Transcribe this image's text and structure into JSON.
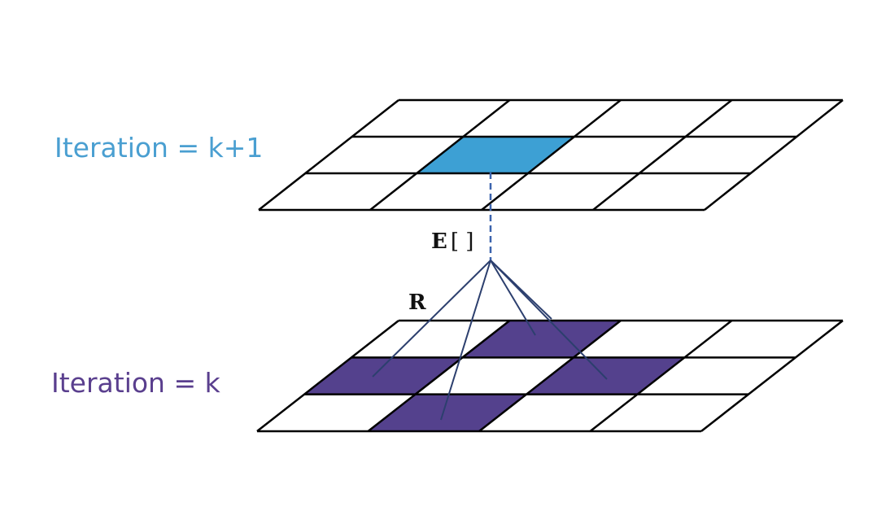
{
  "labels": {
    "upper": "Iteration = k+1",
    "lower": "Iteration = k"
  },
  "operators": {
    "expectation": "E",
    "expectation_brackets": "[ ]",
    "relation": "R"
  },
  "grids": {
    "upper": {
      "rows": 3,
      "cols": 4,
      "highlighted_cells": [
        [
          1,
          1
        ]
      ]
    },
    "lower": {
      "rows": 3,
      "cols": 4,
      "highlighted_cells": [
        [
          0,
          1
        ],
        [
          1,
          0
        ],
        [
          1,
          2
        ],
        [
          2,
          1
        ]
      ]
    }
  },
  "colors": {
    "upper_label": "#4a9fd1",
    "upper_highlight": "#3da0d4",
    "lower_label": "#5a3f8e",
    "lower_highlight": "#54418d",
    "grid_line": "#000000",
    "connector_dashed": "#3b63ad",
    "connector_lines": "#2c3f6e",
    "operator_text": "#111111"
  }
}
